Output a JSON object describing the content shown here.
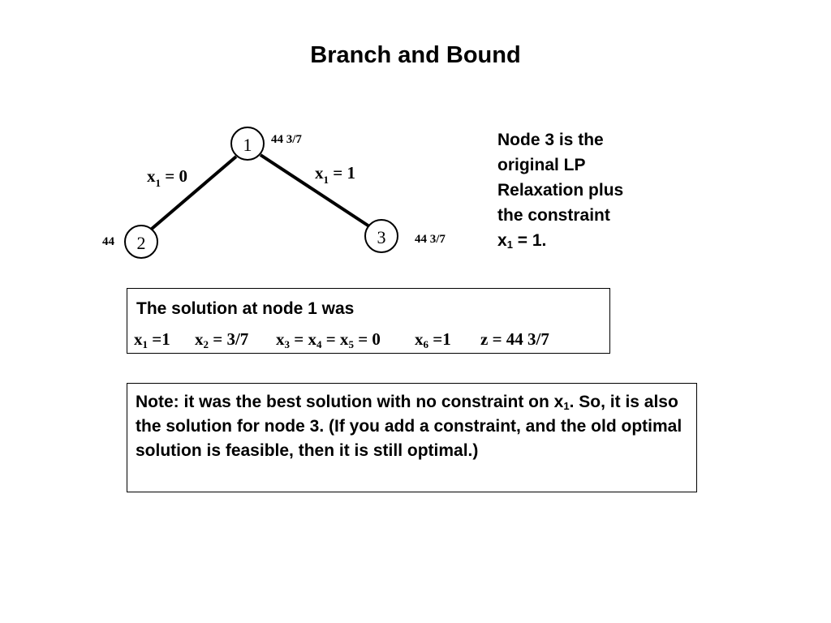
{
  "title": "Branch and Bound",
  "tree": {
    "nodes": [
      {
        "id": "1",
        "value": "44 3/7"
      },
      {
        "id": "2",
        "value": "44"
      },
      {
        "id": "3",
        "value": "44 3/7"
      }
    ],
    "edges": [
      {
        "from": "1",
        "to": "2",
        "var": "x",
        "sub": "1",
        "rel": " = 0"
      },
      {
        "from": "1",
        "to": "3",
        "var": "x",
        "sub": "1",
        "rel": " = 1"
      }
    ]
  },
  "node3_note": {
    "line1": "Node 3 is the",
    "line2": "original LP",
    "line3": "Relaxation plus",
    "line4": "the constraint",
    "line5_var": "x",
    "line5_sub": "1",
    "line5_rest": " = 1."
  },
  "solution_box": {
    "intro": "The solution at node 1 was",
    "terms": [
      {
        "a": "x",
        "a_sub": "1",
        "b": " =1"
      },
      {
        "a": "x",
        "a_sub": "2",
        "b": " = 3/7"
      },
      {
        "a": "x",
        "a_sub": "3",
        "b": " = x",
        "c_sub": "4",
        "d": " = x",
        "e_sub": "5",
        "f": " = 0"
      },
      {
        "a": "x",
        "a_sub": "6",
        "b": " =1"
      },
      {
        "a": "z = 44 3/7"
      }
    ]
  },
  "note_box": {
    "text1": "Note: it was the best solution with no constraint on x",
    "text1_sub": "1",
    "text1_end": ".",
    "text2": "So, it is also the solution for node 3. (If you add a constraint, and the old optimal solution is feasible, then it is still optimal.)"
  }
}
